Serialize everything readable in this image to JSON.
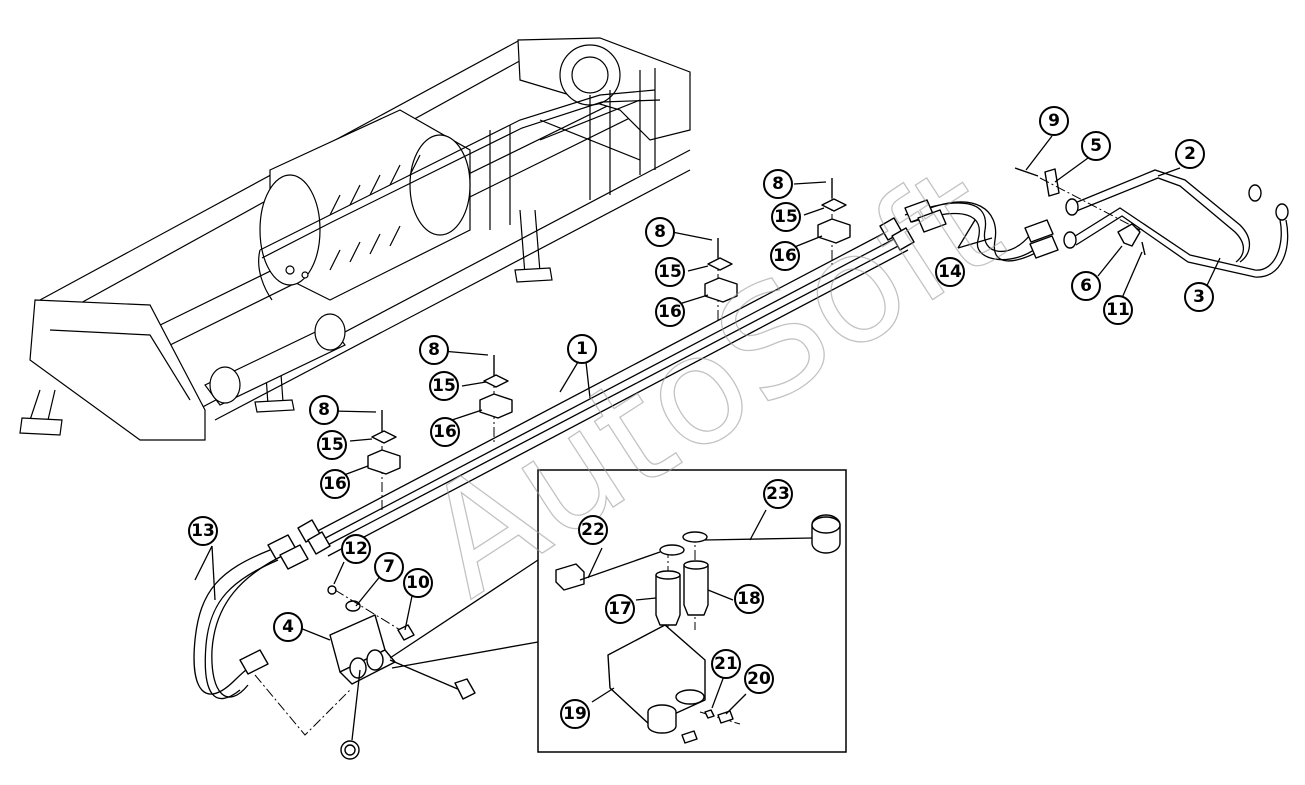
{
  "watermark": "AutoSoft",
  "callouts": [
    "1",
    "2",
    "3",
    "4",
    "5",
    "6",
    "7",
    "8",
    "9",
    "10",
    "11",
    "12",
    "13",
    "14",
    "15",
    "16",
    "17",
    "18",
    "19",
    "20",
    "21",
    "22",
    "23"
  ],
  "detail_callouts": [
    "17",
    "18",
    "19",
    "20",
    "21",
    "22",
    "23"
  ]
}
